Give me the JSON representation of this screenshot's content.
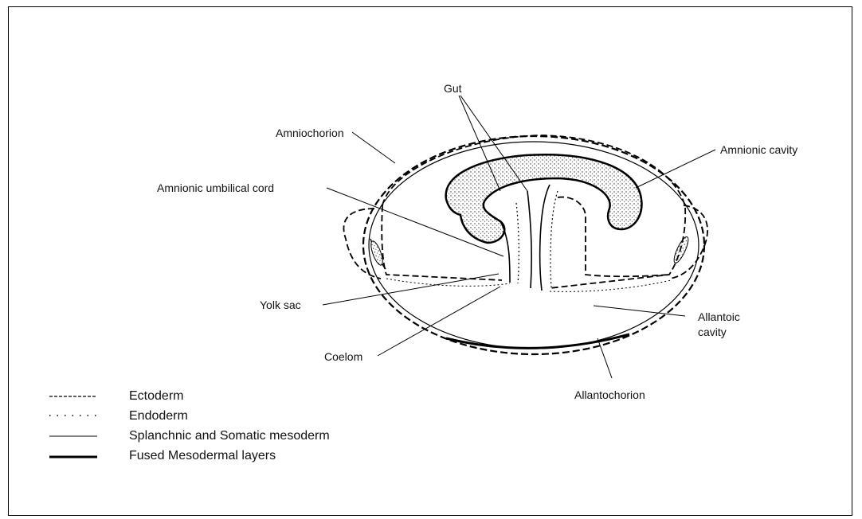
{
  "labels": {
    "gut": "Gut",
    "amniochorion": "Amniochorion",
    "amnionic_cavity": "Amnionic cavity",
    "amnionic_umbilical_cord": "Amnionic umbilical cord",
    "yolk_sac": "Yolk sac",
    "allantoic_cavity_line1": "Allantoic",
    "allantoic_cavity_line2": "cavity",
    "coelom": "Coelom",
    "allantochorion": "Allantochorion"
  },
  "legend": [
    {
      "style": "dashed",
      "label": "Ectoderm"
    },
    {
      "style": "dotted",
      "label": "Endoderm"
    },
    {
      "style": "thin",
      "label": "Splanchnic and Somatic mesoderm"
    },
    {
      "style": "thick",
      "label": "Fused Mesodermal layers"
    }
  ]
}
